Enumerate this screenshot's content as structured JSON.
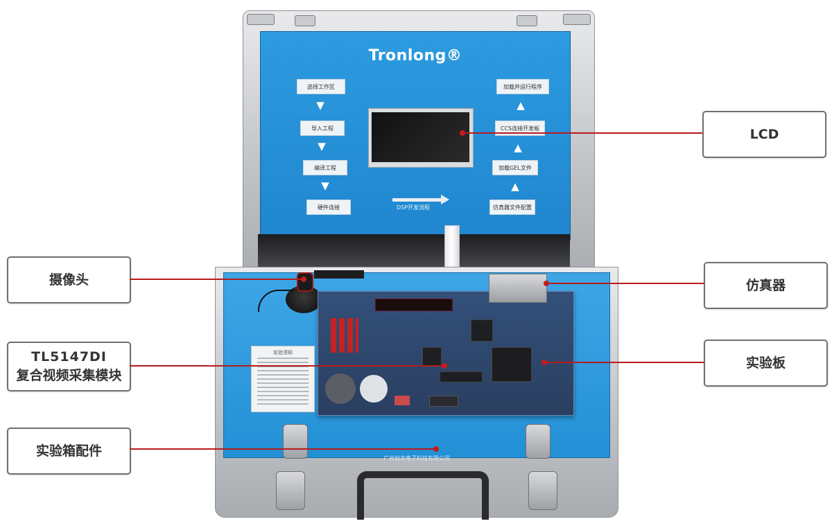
{
  "lid": {
    "brand": "Tronlong®",
    "steps_left": [
      "选择工作区",
      "导入工程",
      "编译工程",
      "硬件连接"
    ],
    "steps_right": [
      "加载并运行程序",
      "CCS连接开发板",
      "加载GEL文件",
      "仿真器文件配置"
    ],
    "flow_label": "DSP开发流程"
  },
  "base": {
    "company": "广州创龙电子科技有限公司",
    "notice_title": "实验须知"
  },
  "callouts": {
    "lcd": "LCD",
    "camera": "摄像头",
    "emulator": "仿真器",
    "module_line1": "TL5147DI",
    "module_line2": "复合视频采集模块",
    "board": "实验板",
    "accessories": "实验箱配件"
  },
  "colors": {
    "panel_blue": "#2390d6",
    "leader_red": "#b81a1a"
  }
}
